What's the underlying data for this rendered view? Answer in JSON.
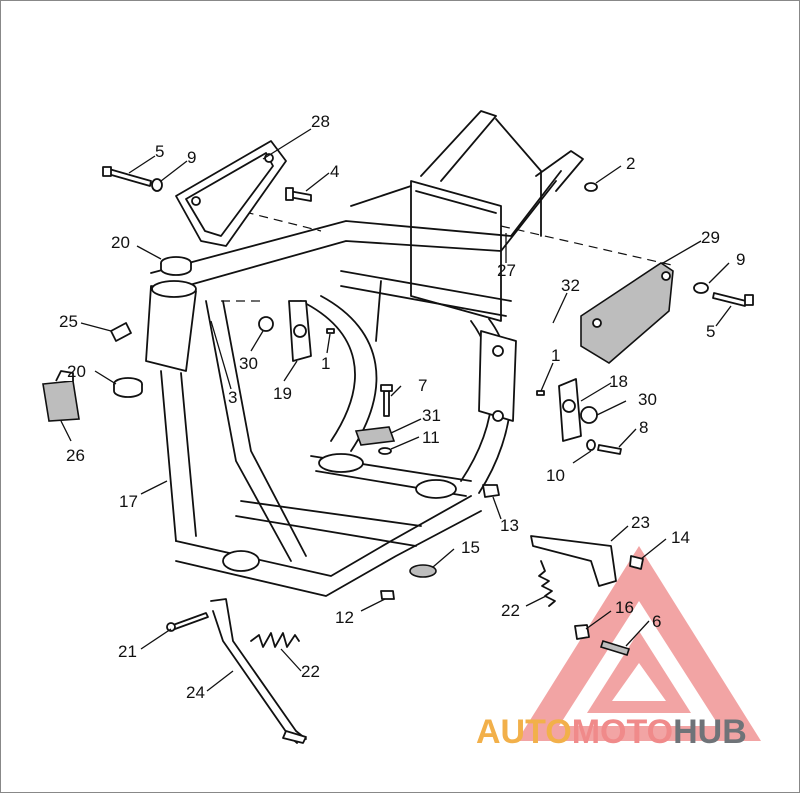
{
  "callouts": [
    "28",
    "5",
    "9",
    "4",
    "2",
    "20",
    "29",
    "9",
    "27",
    "5",
    "25",
    "32",
    "20",
    "30",
    "19",
    "1",
    "3",
    "1",
    "18",
    "7",
    "26",
    "31",
    "30",
    "11",
    "8",
    "10",
    "17",
    "13",
    "23",
    "14",
    "15",
    "22",
    "16",
    "6",
    "12",
    "21",
    "22",
    "24"
  ],
  "watermark": {
    "part1": "AUTO",
    "part2": "MOTO",
    "part3": "HUB",
    "triangle_color": "#e85a5a",
    "auto_color": "#f2b04a",
    "moto_color": "#f08a8a",
    "hub_color": "#6f7378"
  }
}
